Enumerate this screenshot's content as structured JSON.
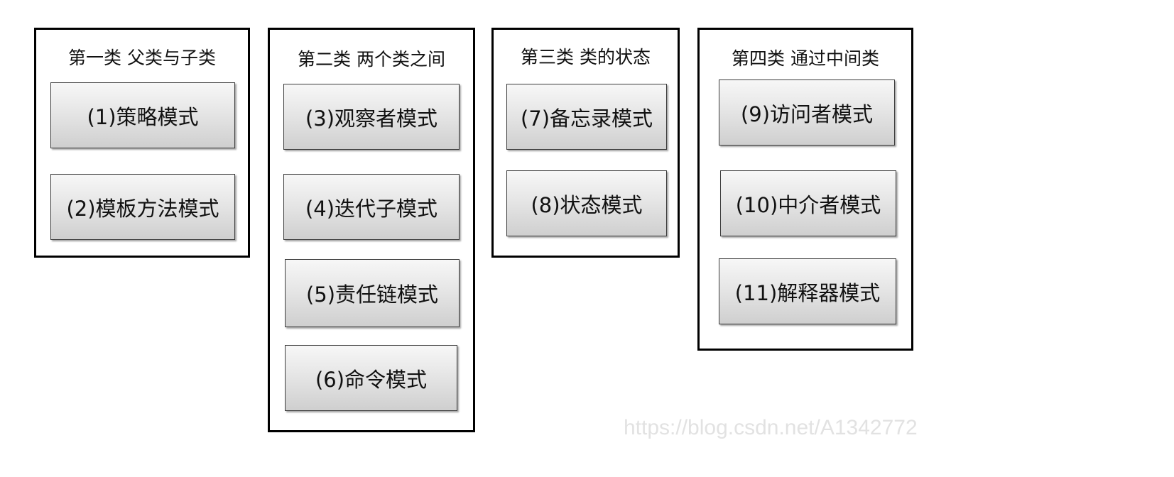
{
  "groups": [
    {
      "title": "第一类 父类与子类",
      "patterns": [
        "(1)策略模式",
        "(2)模板方法模式"
      ]
    },
    {
      "title": "第二类 两个类之间",
      "patterns": [
        "(3)观察者模式",
        "(4)迭代子模式",
        "(5)责任链模式",
        "(6)命令模式"
      ]
    },
    {
      "title": "第三类 类的状态",
      "patterns": [
        "(7)备忘录模式",
        "(8)状态模式"
      ]
    },
    {
      "title": "第四类 通过中间类",
      "patterns": [
        "(9)访问者模式",
        "(10)中介者模式",
        "(11)解释器模式"
      ]
    }
  ],
  "watermark": "https://blog.csdn.net/A1342772",
  "colors": {
    "border": "#000000",
    "box_top": "#f7f7f7",
    "box_bottom": "#cfcfcf",
    "watermark": "#e2e2e2"
  }
}
